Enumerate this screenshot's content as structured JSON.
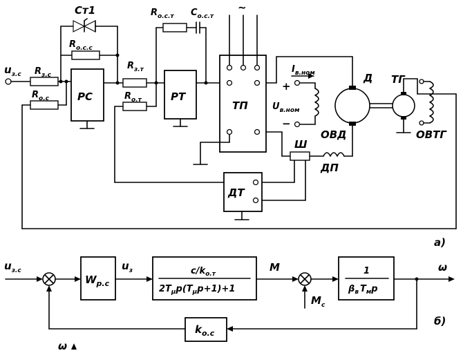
{
  "schematic": {
    "input_label": "u",
    "input_sub": "з.с",
    "r_zc": "R",
    "r_zc_sub": "з.с",
    "r_oc": "R",
    "r_oc_sub": "о.с",
    "st1": "Ст1",
    "r_ocs": "R",
    "r_ocs_sub": "о.с.с",
    "rc_block": "РС",
    "r_zt": "R",
    "r_zt_sub": "з.т",
    "r_ot": "R",
    "r_ot_sub": "о.т",
    "rt_block": "РТ",
    "r_oct": "R",
    "r_oct_sub": "о.с.т",
    "c_oct": "C",
    "c_oct_sub": "о.с.т",
    "ac_symbol": "~",
    "tp_block": "ТП",
    "field_current": "I",
    "field_current_sub": "в.ном",
    "field_voltage": "U",
    "field_voltage_sub": "в.ном",
    "plus_sign": "+",
    "minus_sign": "−",
    "ovd_label": "ОВД",
    "motor_label": "Д",
    "tg_label": "ТГ",
    "ovtg_label": "ОВТГ",
    "shunt_label": "Ш",
    "dp_label": "ДП",
    "dt_block": "ДТ",
    "panel_label": "а)"
  },
  "block_diagram": {
    "input_label": "u",
    "input_sub": "з.с",
    "speed_reg": "W",
    "speed_reg_sub": "р.с",
    "u_z": "u",
    "u_z_sub": "з",
    "current_num": "c/k",
    "current_num_sub": "о.т",
    "current_den": "2T",
    "current_den_mid1": "p(T",
    "current_den_end": "p+1)+1",
    "mu": "μ",
    "torque_label": "M",
    "load_torque": "M",
    "load_torque_sub": "c",
    "mech_num": "1",
    "mech_beta": "β",
    "mech_beta_sub": "в",
    "mech_t": "T",
    "mech_t_sub": "м",
    "mech_p": "p",
    "omega_out": "ω",
    "feedback_gain": "k",
    "feedback_gain_sub": "о.с",
    "omega_bottom": "ω",
    "panel_label": "б)"
  }
}
